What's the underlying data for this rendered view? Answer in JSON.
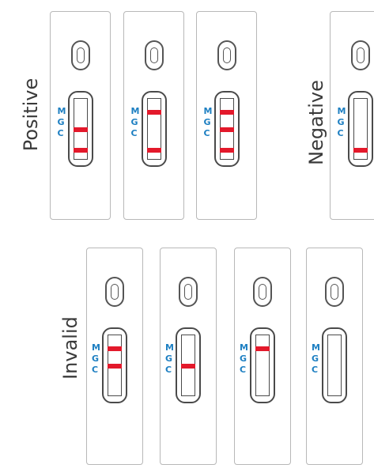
{
  "groups": {
    "positive": "Positive",
    "negative": "Negative",
    "invalid": "Invalid"
  },
  "markers": {
    "m": "M",
    "g": "G",
    "c": "C"
  },
  "colors": {
    "band": "#e3192b",
    "marker": "#1d7fc2",
    "outline": "#b8b8b8"
  },
  "cassettes": [
    {
      "group": "positive",
      "bands": [
        "G",
        "C"
      ]
    },
    {
      "group": "positive",
      "bands": [
        "M",
        "C"
      ]
    },
    {
      "group": "positive",
      "bands": [
        "M",
        "G",
        "C"
      ]
    },
    {
      "group": "negative",
      "bands": [
        "C"
      ]
    },
    {
      "group": "invalid",
      "bands": [
        "M",
        "G"
      ]
    },
    {
      "group": "invalid",
      "bands": [
        "G"
      ]
    },
    {
      "group": "invalid",
      "bands": [
        "M"
      ]
    },
    {
      "group": "invalid",
      "bands": []
    }
  ]
}
